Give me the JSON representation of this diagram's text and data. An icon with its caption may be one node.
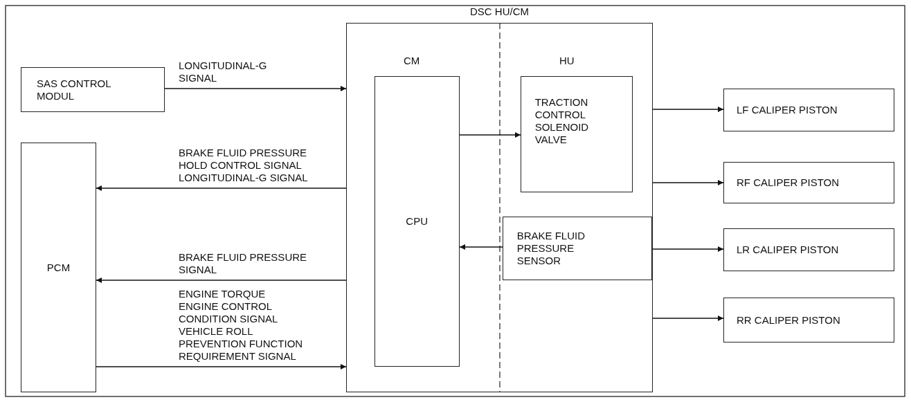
{
  "diagram": {
    "nodes": [
      {
        "text": [
          "SAS CONTROL MODUL"
        ]
      },
      {
        "text": [
          "DSC HU/CM"
        ]
      },
      {
        "text": [
          "CPU"
        ],
        "in": 1
      },
      {
        "text": [
          "TRACTION CONTROL SOLENOID VALVE"
        ],
        "in": 1
      },
      {
        "text": [
          "BRAKE FLUID PRESSURE SENSOR"
        ],
        "in": 1
      },
      {
        "text": [
          "PCM"
        ]
      },
      {
        "text": [
          "LF CALIPER PISTON"
        ]
      },
      {
        "text": [
          "RF CALIPER PISTON"
        ]
      },
      {
        "text": [
          "LR CALIPER PISTON"
        ]
      },
      {
        "text": [
          "RR CALIPER PISTON"
        ]
      }
    ],
    "edges": [
      {
        "from": 0,
        "to": 1,
        "arrow": "to",
        "label": "LONGITUDINAL-G SIGNAL"
      },
      {
        "from": 1,
        "to": 5,
        "arrow": "to",
        "label": "BRAKE FLUID PRESSURE HOLD CONTROL SIGNAL LONGITUDINAL-G SIGNAL"
      },
      {
        "from": 1,
        "to": 5,
        "arrow": "to",
        "label": "BRAKE FLUID PRESSURE SIGNAL"
      },
      {
        "from": 5,
        "to": 1,
        "arrow": "to",
        "label": "ENGINE TORQUE ENGINE CONTROL CONDITION SIGNAL VEHICLE ROLL PREVENTION FUNCTION REQUIREMENT SIGNAL"
      },
      {
        "from": 2,
        "to": 3,
        "arrow": "to"
      },
      {
        "from": 4,
        "to": 2,
        "arrow": "to"
      },
      {
        "from": 1,
        "to": 6,
        "arrow": "to"
      },
      {
        "from": 1,
        "to": 7,
        "arrow": "to"
      },
      {
        "from": 1,
        "to": 8,
        "arrow": "to"
      },
      {
        "from": 1,
        "to": 9,
        "arrow": "to"
      }
    ],
    "labels": [
      "CM",
      "HU"
    ]
  }
}
